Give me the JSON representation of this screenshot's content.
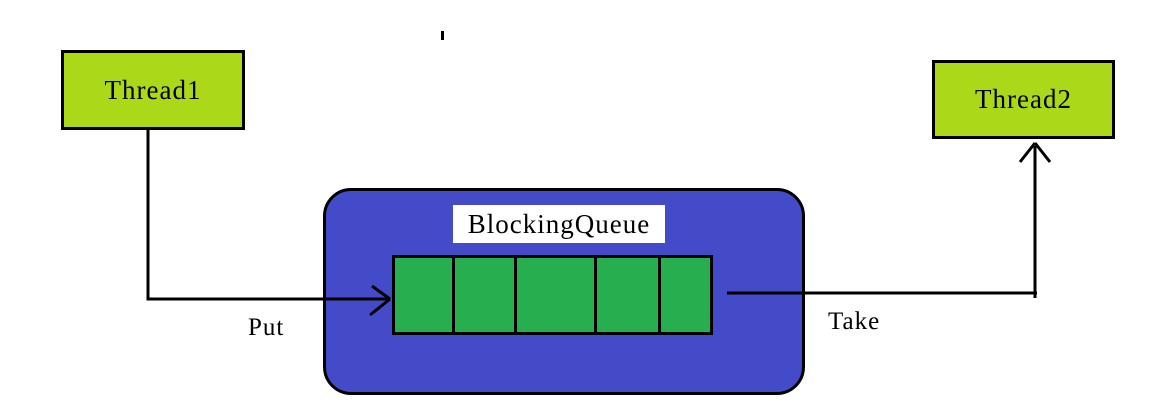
{
  "diagram": {
    "title": "BlockingQueue",
    "nodes": [
      {
        "id": "thread1",
        "label": "Thread1"
      },
      {
        "id": "thread2",
        "label": "Thread2"
      }
    ],
    "container": {
      "label": "BlockingQueue",
      "cell_count": 5
    },
    "edges": [
      {
        "from": "thread1",
        "to": "queue",
        "label": "Put"
      },
      {
        "from": "queue",
        "to": "thread2",
        "label": "Take"
      }
    ],
    "colors": {
      "node_fill": "#abd818",
      "container_fill": "#434bc8",
      "cell_fill": "#26ae4f",
      "line": "#000000",
      "label_bg": "#ffffff"
    }
  }
}
